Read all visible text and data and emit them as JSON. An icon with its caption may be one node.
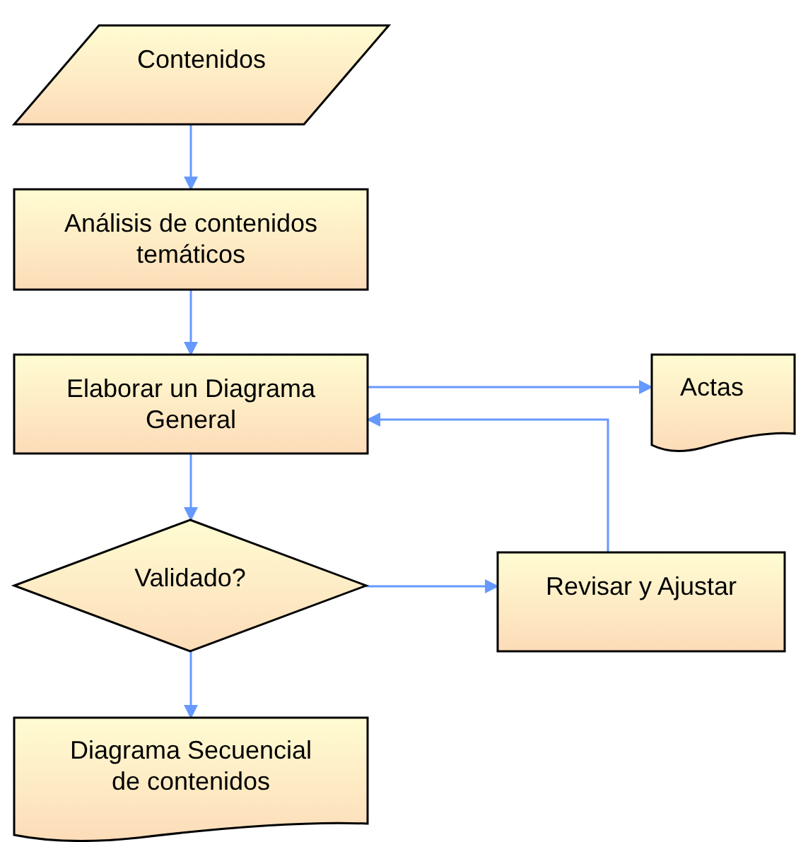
{
  "diagram": {
    "nodes": [
      {
        "text": [
          "Contenidos"
        ]
      },
      {
        "text": [
          "Análisis de contenidos temáticos"
        ]
      },
      {
        "text": [
          "Elaborar un Diagrama General"
        ]
      },
      {
        "text": [
          "Actas"
        ]
      },
      {
        "text": [
          "Validado?"
        ]
      },
      {
        "text": [
          "Revisar y Ajustar"
        ]
      },
      {
        "text": [
          "Diagrama Secuencial de contenidos"
        ]
      }
    ],
    "edges": [
      {
        "from": 0,
        "to": 1,
        "arrow": "to"
      },
      {
        "from": 1,
        "to": 2,
        "arrow": "to"
      },
      {
        "from": 2,
        "to": 3,
        "arrow": "to"
      },
      {
        "from": 5,
        "to": 2,
        "arrow": "to"
      },
      {
        "from": 2,
        "to": 4,
        "arrow": "to"
      },
      {
        "from": 4,
        "to": 5,
        "arrow": "to"
      },
      {
        "from": 4,
        "to": 6,
        "arrow": "to"
      }
    ]
  }
}
